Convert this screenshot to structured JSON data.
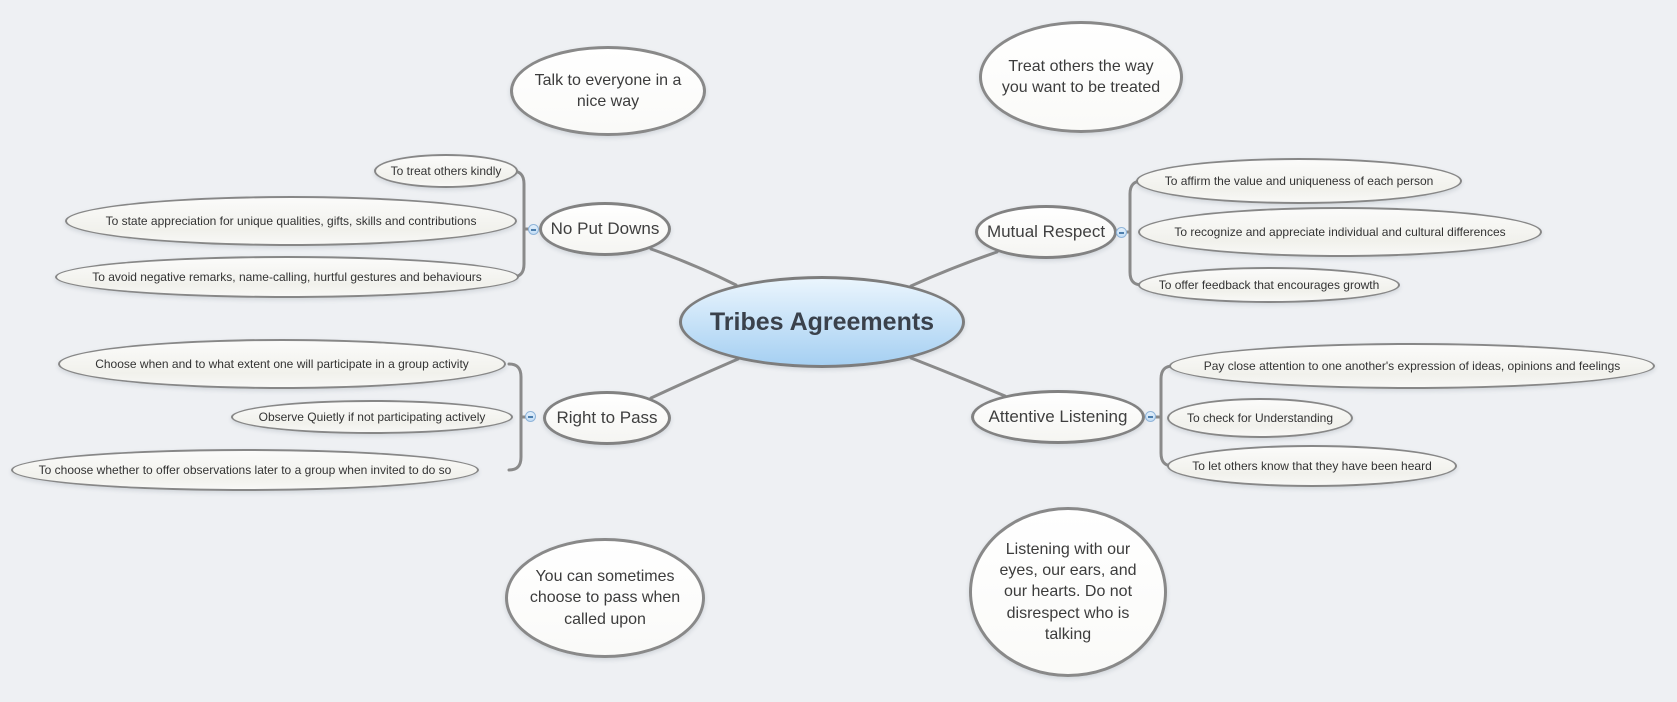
{
  "map": {
    "central": {
      "label": "Tribes Agreements"
    },
    "branches": [
      {
        "label": "No Put Downs",
        "children": [
          "To treat others kindly",
          "To state appreciation for unique qualities, gifts, skills and contributions",
          "To avoid negative remarks, name-calling, hurtful gestures and behaviours"
        ],
        "note": "Talk to everyone in a nice way"
      },
      {
        "label": "Mutual Respect",
        "children": [
          "To affirm the value and uniqueness of each person",
          "To recognize and appreciate individual and cultural differences",
          "To offer feedback that encourages growth"
        ],
        "note": "Treat others the way you want to be treated"
      },
      {
        "label": "Right to Pass",
        "children": [
          "Choose when and to what extent one will participate in a group activity",
          "Observe Quietly if not participating actively",
          "To choose whether to offer observations later to a group when invited to do so"
        ],
        "note": "You can sometimes choose to pass when called upon"
      },
      {
        "label": "Attentive Listening",
        "children": [
          "Pay close attention to one another's expression of ideas, opinions and feelings",
          "To check for Understanding",
          "To let others know that they have been heard"
        ],
        "note": "Listening with our eyes, our ears, and our hearts.  Do not disrespect who is talking"
      }
    ],
    "icons": {
      "collapse": "minus"
    },
    "colors": {
      "background": "#eef0f3",
      "central_fill_top": "#eaf5fd",
      "central_fill_bottom": "#a6d0f2",
      "node_border": "#828282",
      "connector": "#8a8a8a",
      "collapse_fill": "#c2dcf5",
      "collapse_symbol": "#4d7fae",
      "text": "#3c3c3c"
    }
  }
}
